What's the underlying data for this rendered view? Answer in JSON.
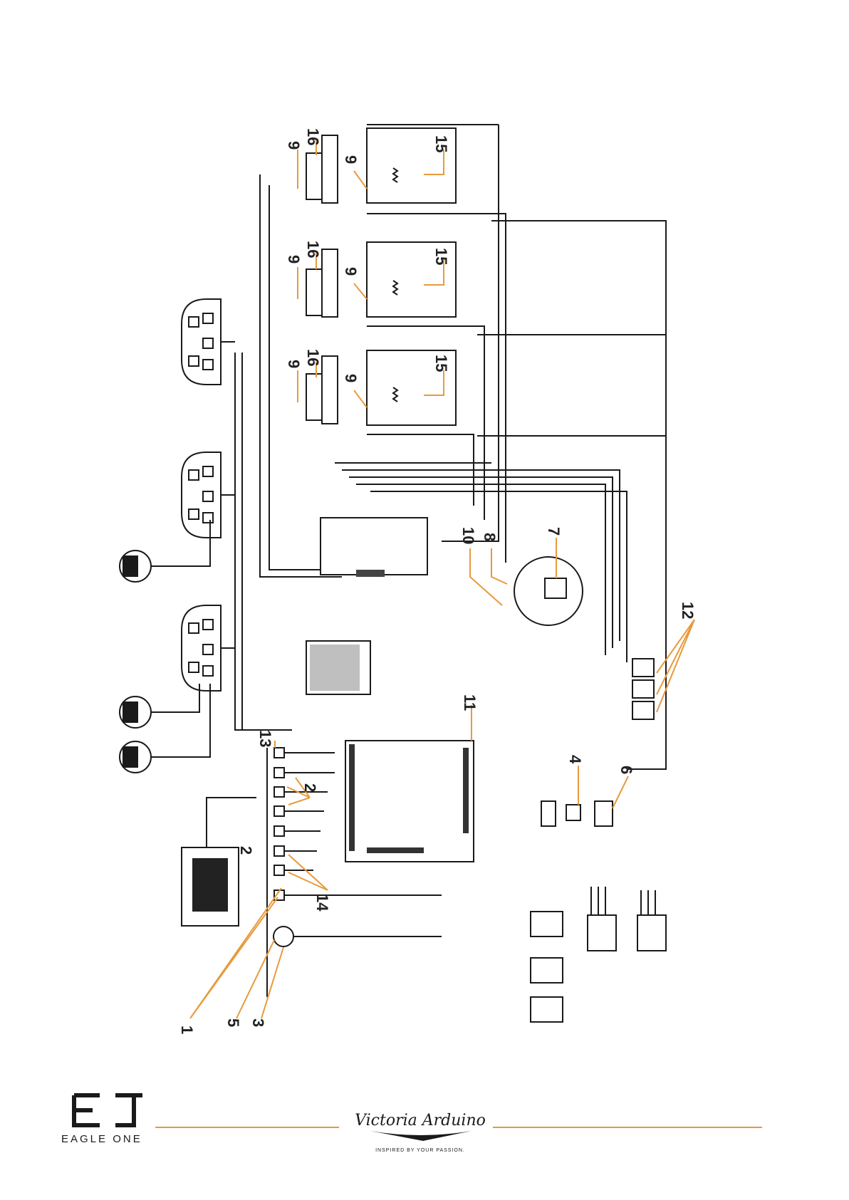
{
  "diagram": {
    "callouts": {
      "c1": "1",
      "c2a": "2",
      "c2b": "2",
      "c3": "3",
      "c4": "4",
      "c5": "5",
      "c6": "6",
      "c7": "7",
      "c8": "8",
      "c9a": "9",
      "c9b": "9",
      "c9c": "9",
      "c9d": "9",
      "c9e": "9",
      "c9f": "9",
      "c10": "10",
      "c11": "11",
      "c12": "12",
      "c13": "13",
      "c14": "14",
      "c15a": "15",
      "c15b": "15",
      "c15c": "15",
      "c16a": "16",
      "c16b": "16",
      "c16c": "16"
    }
  },
  "footer": {
    "model_name": "EAGLE ONE",
    "brand_script": "Victoria Arduino",
    "tagline": "INSPIRED BY YOUR PASSION.",
    "accent_color": "#e89a3c"
  }
}
